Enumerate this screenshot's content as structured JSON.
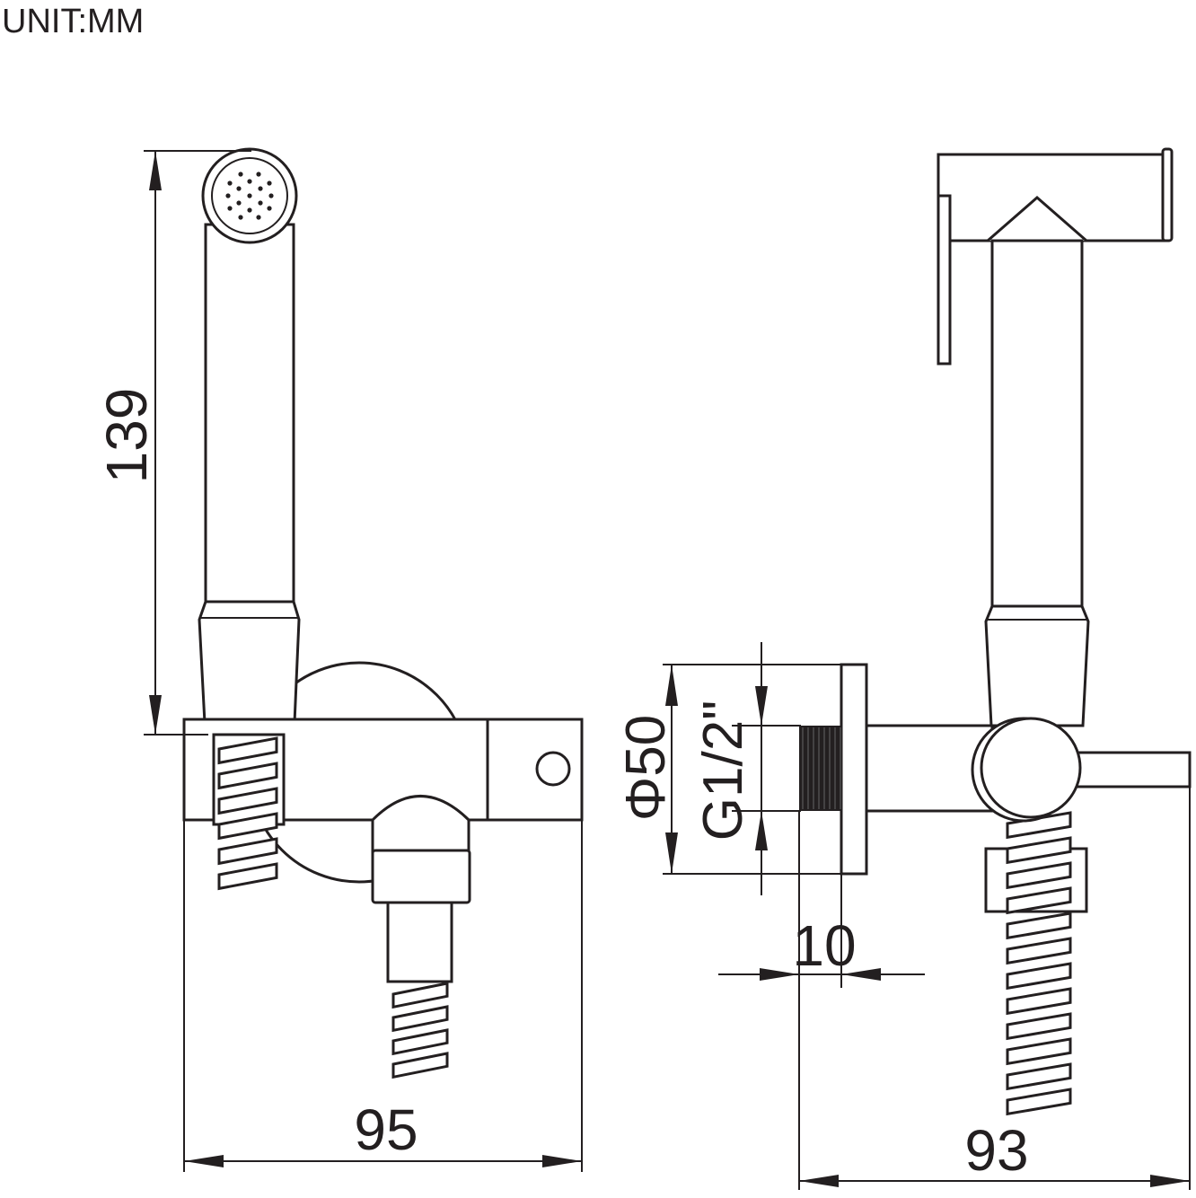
{
  "unit_label": "UNIT:MM",
  "dimensions": {
    "height": "139",
    "left_width": "95",
    "right_width": "93",
    "plate_diameter": "Φ50",
    "thread": "G1/2\"",
    "thread_length": "10"
  },
  "colors": {
    "line": "#231f20",
    "background": "#ffffff"
  }
}
